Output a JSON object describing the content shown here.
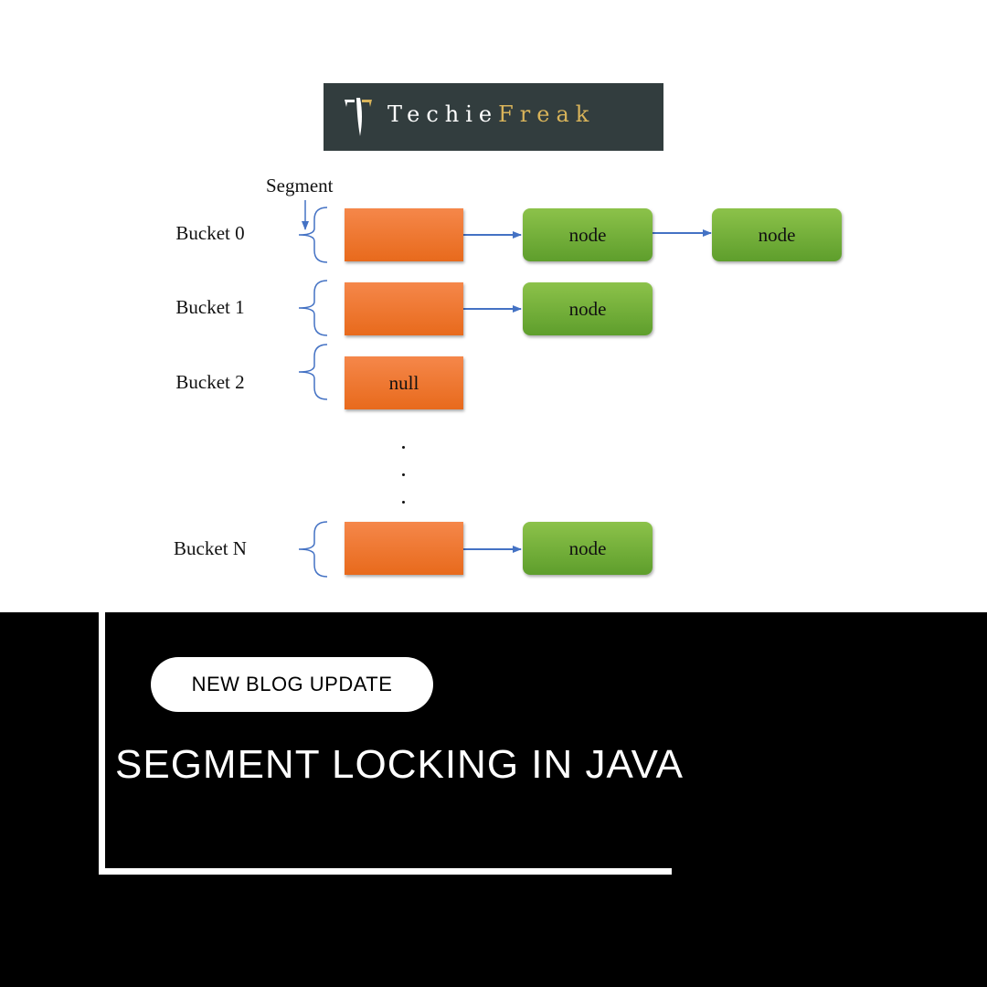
{
  "logo": {
    "text_part1": "Techie",
    "text_part2": "Freak",
    "bg_color": "#323d3e",
    "accent_color": "#d9b45a"
  },
  "diagram": {
    "segment_label": "Segment",
    "buckets": [
      {
        "label": "Bucket 0",
        "head": "",
        "nodes": [
          "node",
          "node"
        ]
      },
      {
        "label": "Bucket 1",
        "head": "",
        "nodes": [
          "node"
        ]
      },
      {
        "label": "Bucket 2",
        "head": "null",
        "nodes": []
      },
      {
        "label": "Bucket N",
        "head": "",
        "nodes": [
          "node"
        ]
      }
    ],
    "colors": {
      "bucket_head": "#ee7a35",
      "node": "#70ad47",
      "arrow": "#4472c4"
    }
  },
  "banner": {
    "tag": "NEW BLOG UPDATE",
    "title": "SEGMENT LOCKING IN JAVA"
  }
}
